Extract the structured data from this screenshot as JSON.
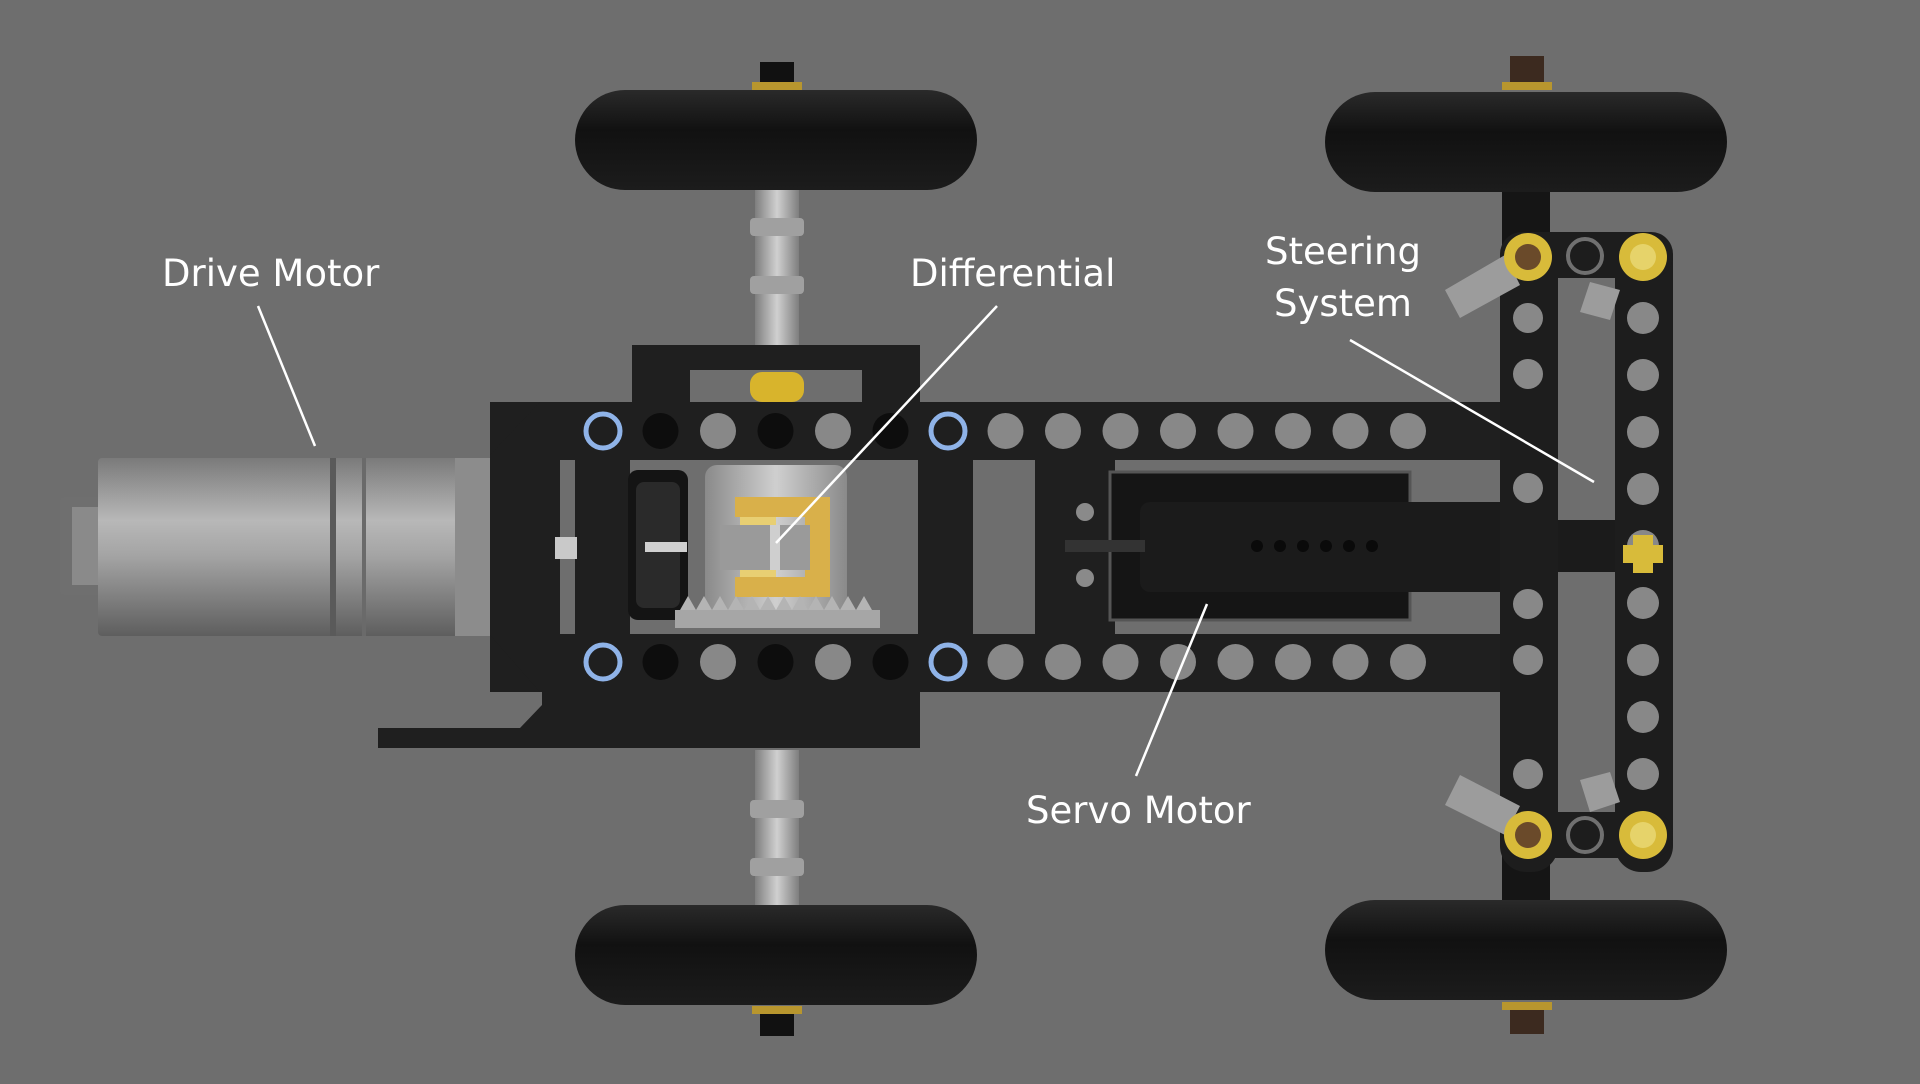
{
  "labels": {
    "drive_motor": "Drive Motor",
    "differential": "Differential",
    "steering_line1": "Steering",
    "steering_line2": "System",
    "servo_motor": "Servo Motor"
  },
  "colors": {
    "background": "#6e6e6e",
    "chassis": "#202020",
    "tire": "#141414",
    "motor": "#9a9a9a",
    "gear_gold": "#d9b04a",
    "pin_yellow": "#e3c53a",
    "pin_blue": "#8fb3e8",
    "axle": "#b5b5b5",
    "leader_line": "#ffffff",
    "label_text": "#ffffff"
  },
  "icons": {
    "drive_motor": "drive-motor-icon",
    "differential": "differential-gear-icon",
    "servo": "servo-motor-icon",
    "steering": "steering-linkage-icon",
    "wheels": "wheel-icon"
  }
}
